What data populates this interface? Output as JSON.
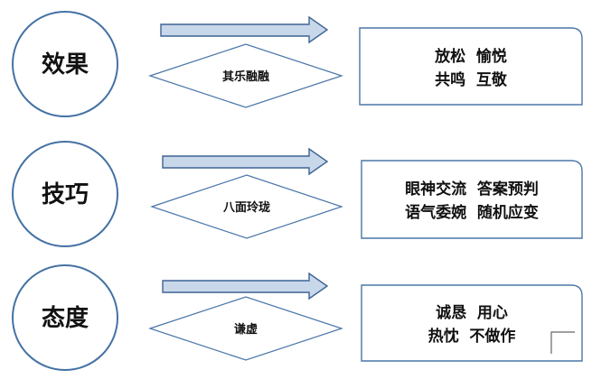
{
  "colors": {
    "outline": "#4a76a8",
    "arrow_fill": "#c9d7ea",
    "text": "#111111"
  },
  "rows": [
    {
      "category": "效果",
      "keyword": "其乐融融",
      "details": [
        "放松  愉悦",
        "共鸣  互敬"
      ]
    },
    {
      "category": "技巧",
      "keyword": "八面玲珑",
      "details": [
        "眼神交流  答案预判",
        "语气委婉  随机应变"
      ]
    },
    {
      "category": "态度",
      "keyword": "谦虚",
      "details": [
        "诚恳  用心",
        "热忱  不做作"
      ]
    }
  ]
}
